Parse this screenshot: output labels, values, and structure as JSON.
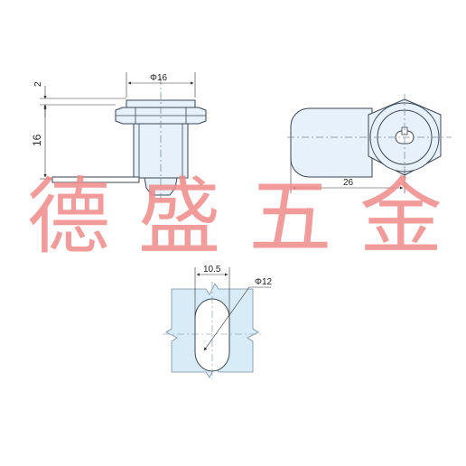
{
  "dimensions": {
    "top_gap": "2",
    "height": "16",
    "diameter_body": "Φ16",
    "arm_length": "26",
    "cutout_width": "10.5",
    "cutout_diameter": "Φ12"
  },
  "watermark": "德盛五金",
  "colors": {
    "part_fill": "#e6f1fb",
    "part_stroke": "#3b4654",
    "panel_fill": "#d8ecf7",
    "centerline": "#7a8fa3",
    "dim_line": "#333333",
    "watermark": "#ef8a8a"
  }
}
